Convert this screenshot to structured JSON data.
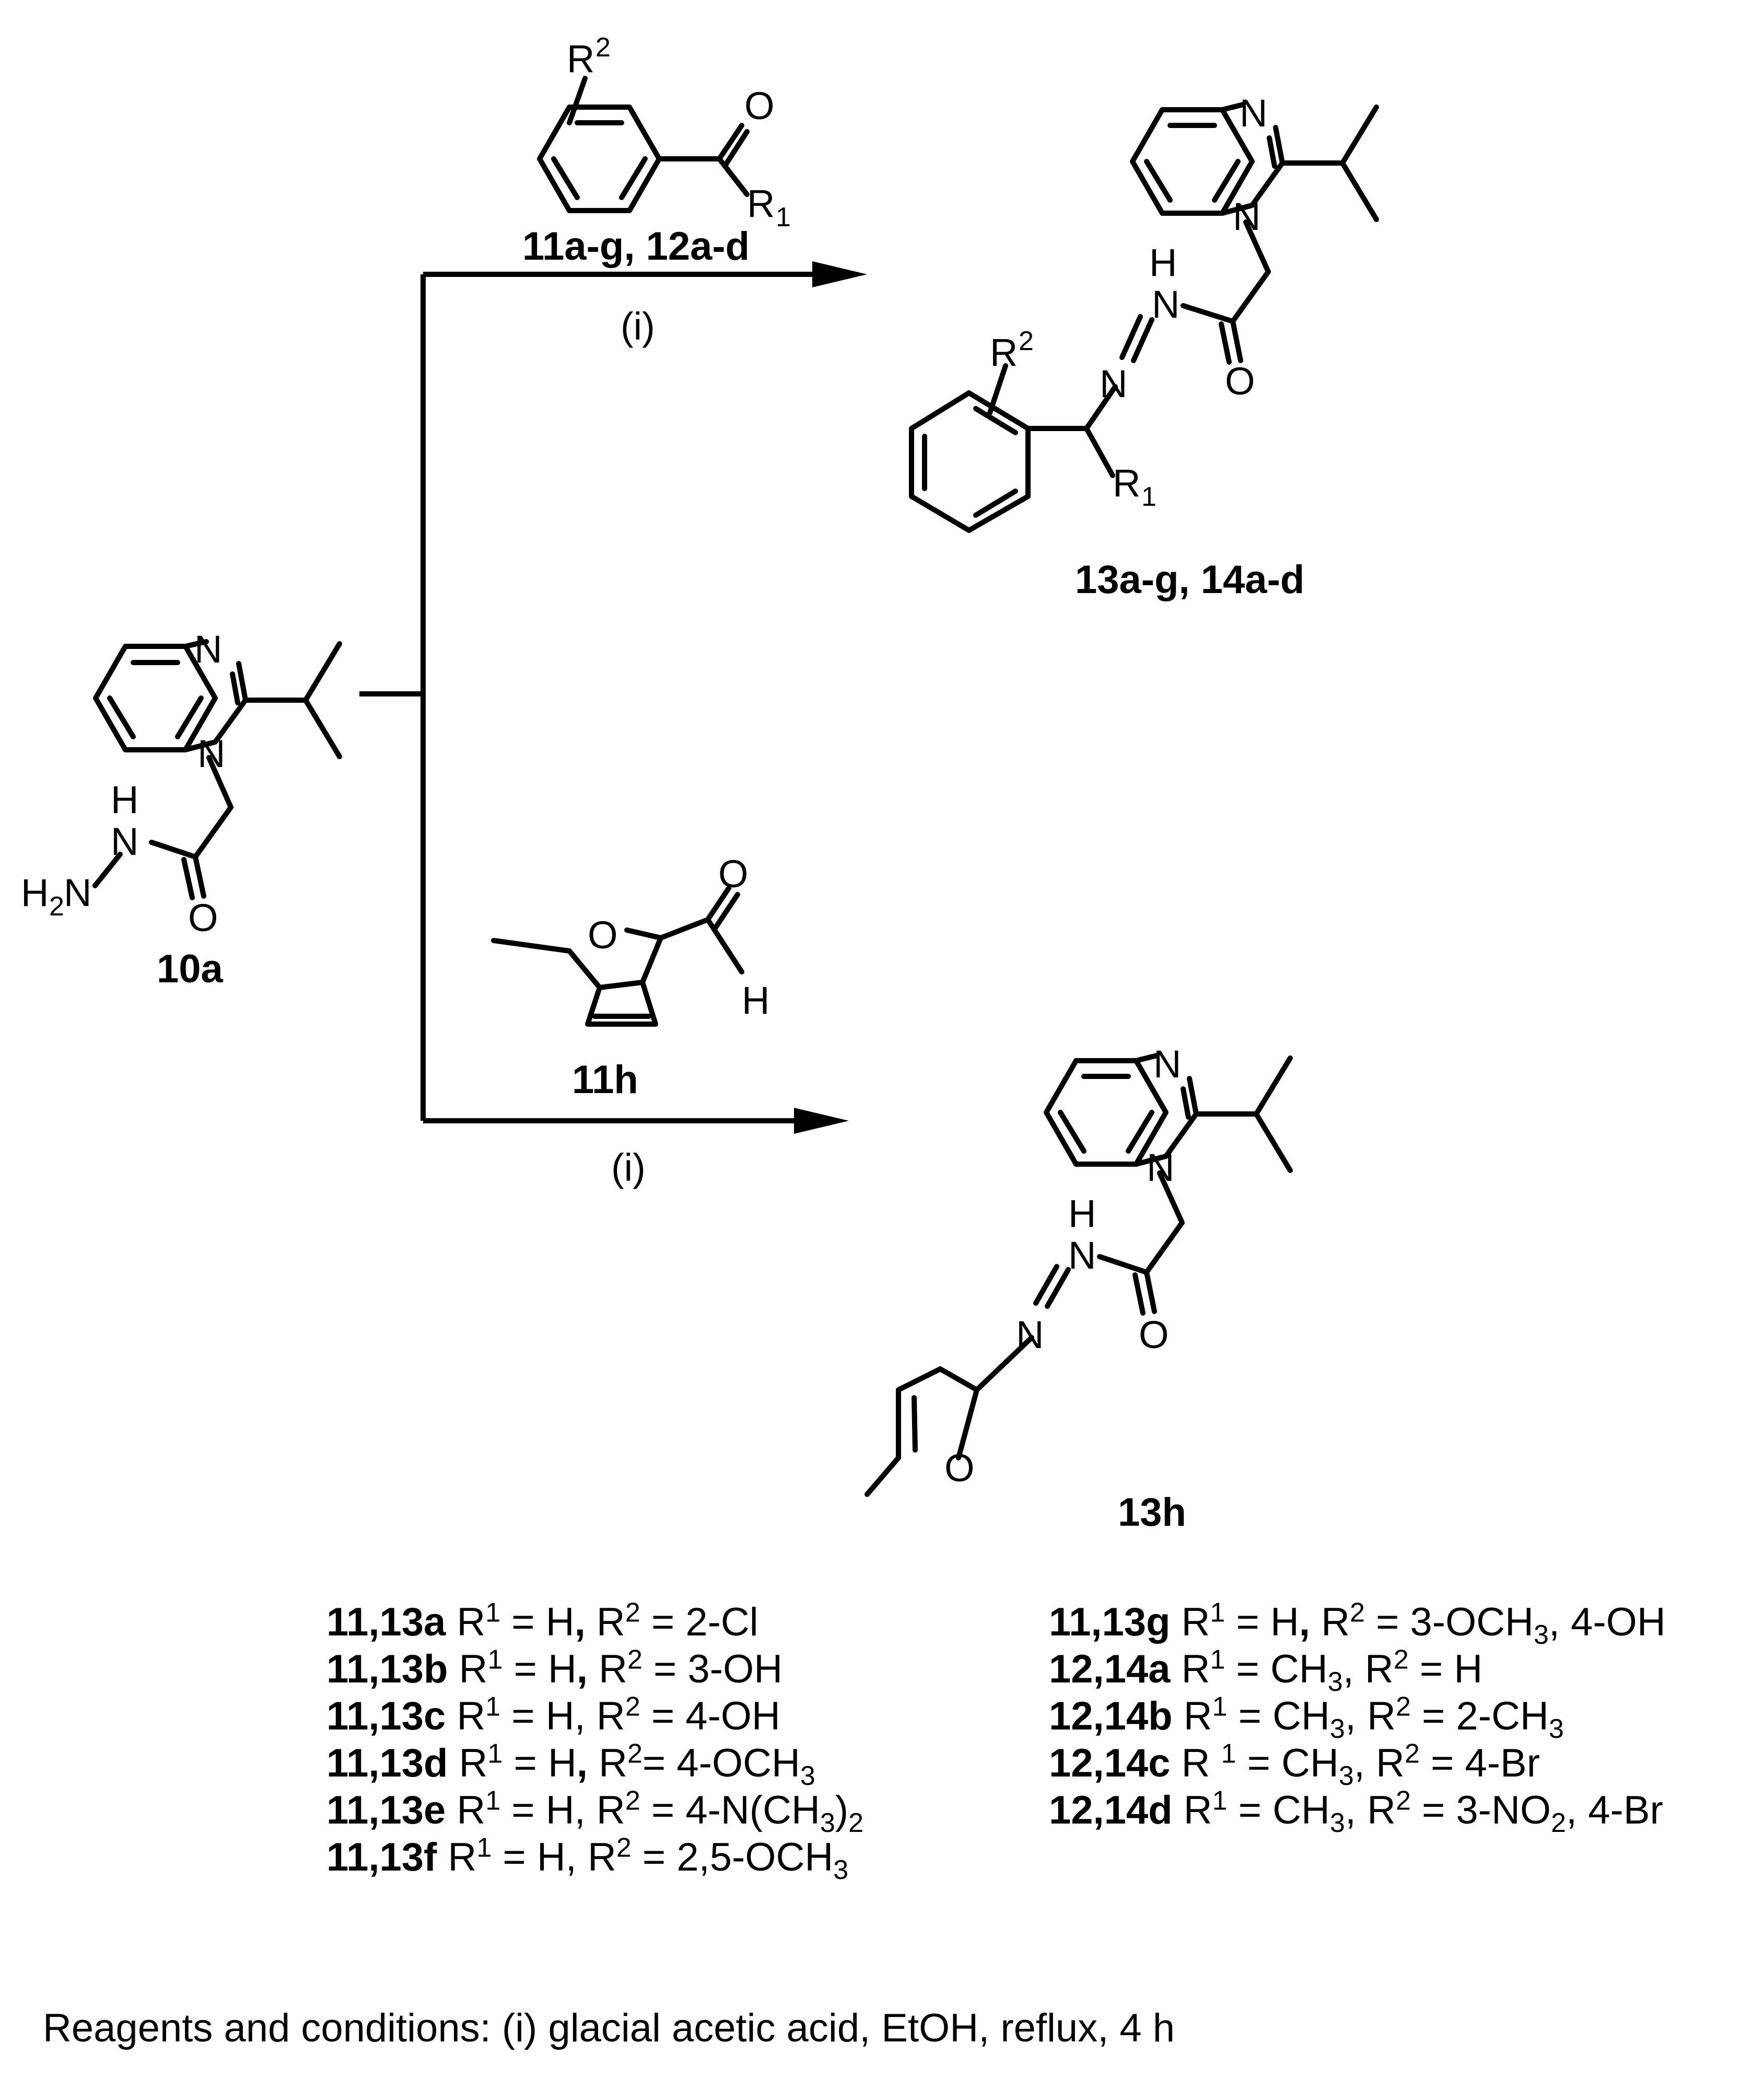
{
  "starting_material": {
    "label": "10a",
    "atoms": {
      "N_ring": "N",
      "N1": "N",
      "H_hydrazide": "H",
      "N_hydrazide": "N",
      "H2N": "H",
      "H2N_sub": "2",
      "H2N_N": "N",
      "O": "O"
    }
  },
  "reagent_top": {
    "label": "11a-g, 12a-d",
    "atoms": {
      "R2": "R",
      "R2_sup": "2",
      "O": "O",
      "R1": "R",
      "R1_sub": "1"
    },
    "condition": "(i)"
  },
  "reagent_bottom": {
    "label": "11h",
    "atoms": {
      "O_ring": "O",
      "O_ald": "O",
      "H_ald": "H"
    },
    "condition": "(i)"
  },
  "product_top": {
    "label": "13a-g, 14a-d",
    "atoms": {
      "N_ring": "N",
      "N1": "N",
      "H": "H",
      "NH_N": "N",
      "N_imine": "N",
      "O": "O",
      "R2": "R",
      "R2_sup": "2",
      "R1": "R",
      "R1_sub": "1"
    }
  },
  "product_bottom": {
    "label": "13h",
    "atoms": {
      "N_ring": "N",
      "N1": "N",
      "H": "H",
      "NH_N": "N",
      "N_imine": "N",
      "O": "O",
      "O_ring": "O"
    }
  },
  "legend": {
    "left": [
      {
        "id": "11,13a",
        "text": [
          " R",
          {
            "sup": "1"
          },
          " = H",
          {
            "b": ","
          },
          " R",
          {
            "sup": "2"
          },
          " = 2-Cl"
        ]
      },
      {
        "id": "11,13b",
        "text": [
          " R",
          {
            "sup": "1"
          },
          " = H",
          {
            "b": ","
          },
          " R",
          {
            "sup": "2"
          },
          " = 3-OH"
        ]
      },
      {
        "id": "11,13c",
        "text": [
          " R",
          {
            "sup": "1"
          },
          " = H, R",
          {
            "sup": "2"
          },
          " = 4-OH"
        ]
      },
      {
        "id": "11,13d",
        "text": [
          " R",
          {
            "sup": "1"
          },
          " = H",
          {
            "b": ","
          },
          " R",
          {
            "sup": "2"
          },
          "= 4-OCH",
          {
            "sub": "3"
          }
        ]
      },
      {
        "id": "11,13e",
        "text": [
          " R",
          {
            "sup": "1"
          },
          " = H, R",
          {
            "sup": "2"
          },
          " = 4-N(CH",
          {
            "sub": "3"
          },
          ")",
          {
            "sub": "2"
          }
        ]
      },
      {
        "id": "11,13f",
        "text": [
          " R",
          {
            "sup": "1"
          },
          " = H, R",
          {
            "sup": "2"
          },
          " = 2,5-OCH",
          {
            "sub": "3"
          }
        ]
      }
    ],
    "right": [
      {
        "id": "11,13g",
        "text": [
          " R",
          {
            "sup": "1"
          },
          " = H",
          {
            "b": ","
          },
          " R",
          {
            "sup": "2"
          },
          " = 3-OCH",
          {
            "sub": "3"
          },
          ", 4-OH"
        ]
      },
      {
        "id": "12,14a",
        "text": [
          " R",
          {
            "sup": "1"
          },
          " = CH",
          {
            "sub": "3"
          },
          ", R",
          {
            "sup": "2"
          },
          " = H"
        ]
      },
      {
        "id": "12,14b",
        "text": [
          " R",
          {
            "sup": "1"
          },
          " = CH",
          {
            "sub": "3"
          },
          ", R",
          {
            "sup": "2"
          },
          " = 2-CH",
          {
            "sub": "3"
          }
        ]
      },
      {
        "id": "12,14c",
        "text": [
          " R ",
          {
            "sup": "1"
          },
          " = CH",
          {
            "sub": "3"
          },
          ", R",
          {
            "sup": "2"
          },
          " = 4-Br"
        ]
      },
      {
        "id": "12,14d",
        "text": [
          " R",
          {
            "sup": "1"
          },
          " = CH",
          {
            "sub": "3"
          },
          ", R",
          {
            "sup": "2"
          },
          " = 3-NO",
          {
            "sub": "2"
          },
          ", 4-Br"
        ]
      }
    ]
  },
  "footnote": "Reagents and conditions: (i) glacial acetic acid, EtOH, reflux, 4 h"
}
